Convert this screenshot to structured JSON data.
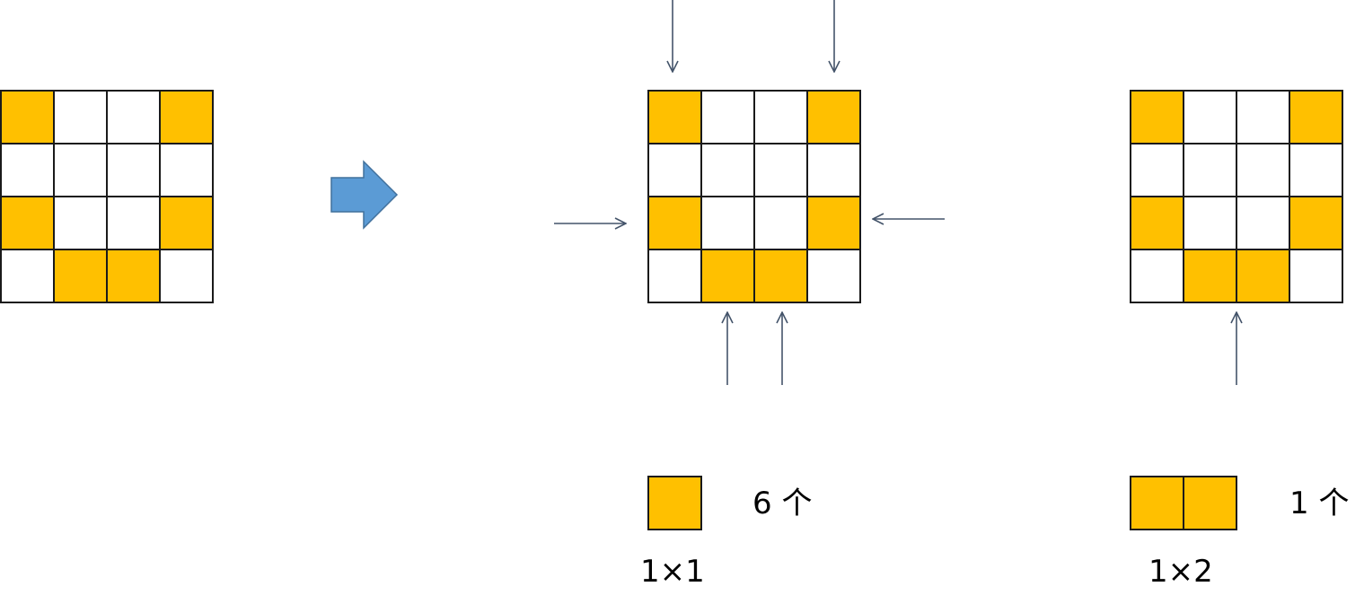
{
  "colors": {
    "fill": "#FFC000",
    "empty": "#FFFFFF",
    "border": "#1a1a1a",
    "arrow_line": "#44546A",
    "big_arrow": "#5B9BD5",
    "big_arrow_stroke": "#41719C"
  },
  "grid_pattern": [
    [
      1,
      0,
      0,
      1
    ],
    [
      0,
      0,
      0,
      0
    ],
    [
      1,
      0,
      0,
      1
    ],
    [
      0,
      1,
      1,
      0
    ]
  ],
  "legend": {
    "single": {
      "count_text": "6 个",
      "size_text": "1×1"
    },
    "double": {
      "count_text": "1 个",
      "size_text": "1×2"
    }
  }
}
